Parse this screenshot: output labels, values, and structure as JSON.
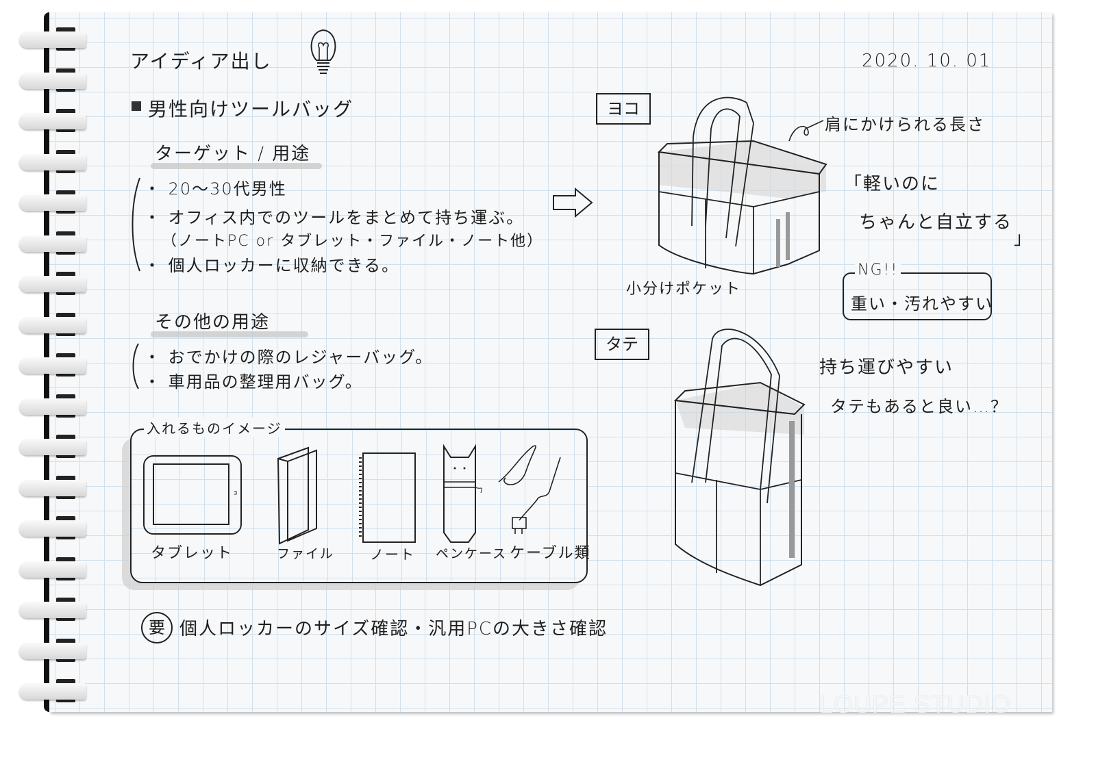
{
  "title": "アイディア出し",
  "date": "2020. 10. 01",
  "heading": "男性向けツールバッグ",
  "target_section": {
    "title": "ターゲット / 用途",
    "items": [
      "・ 20〜30代男性",
      "・ オフィス内でのツールをまとめて持ち運ぶ。",
      "（ノートPC or タブレット・ファイル・ノート他）",
      "・ 個人ロッカーに収納できる。"
    ]
  },
  "other_section": {
    "title": "その他の用途",
    "items": [
      "・ おでかけの際のレジャーバッグ。",
      "・ 車用品の整理用バッグ。"
    ]
  },
  "items_box": {
    "title": "入れるものイメージ",
    "items": [
      {
        "label": "タブレット",
        "icon": "tablet-icon"
      },
      {
        "label": "ファイル",
        "icon": "file-icon"
      },
      {
        "label": "ノート",
        "icon": "notebook-icon"
      },
      {
        "label": "ペンケース",
        "icon": "pen-case-icon"
      },
      {
        "label": "ケーブル類",
        "icon": "cable-icon"
      }
    ]
  },
  "todo": {
    "mark": "要",
    "text": "個人ロッカーのサイズ確認・汎用PCの大きさ確認"
  },
  "yoko": {
    "label": "ヨコ",
    "strap_note": "肩にかけられる長さ",
    "quote_line1": "「軽いのに",
    "quote_line2": "ちゃんと自立する",
    "quote_close": "」",
    "pocket_note": "小分けポケット",
    "ng_title": "NG!!",
    "ng_text": "重い・汚れやすい"
  },
  "tate": {
    "label": "タテ",
    "note_line1": "持ち運びやすい",
    "note_line2": "タテもあると良い…？"
  },
  "watermark": "LOUPE STUDIO",
  "colors": {
    "grid": "#cfe0ee",
    "ink": "#1e1e1e",
    "marker": "#c9c9c9",
    "paper": "#f7f8f9"
  }
}
